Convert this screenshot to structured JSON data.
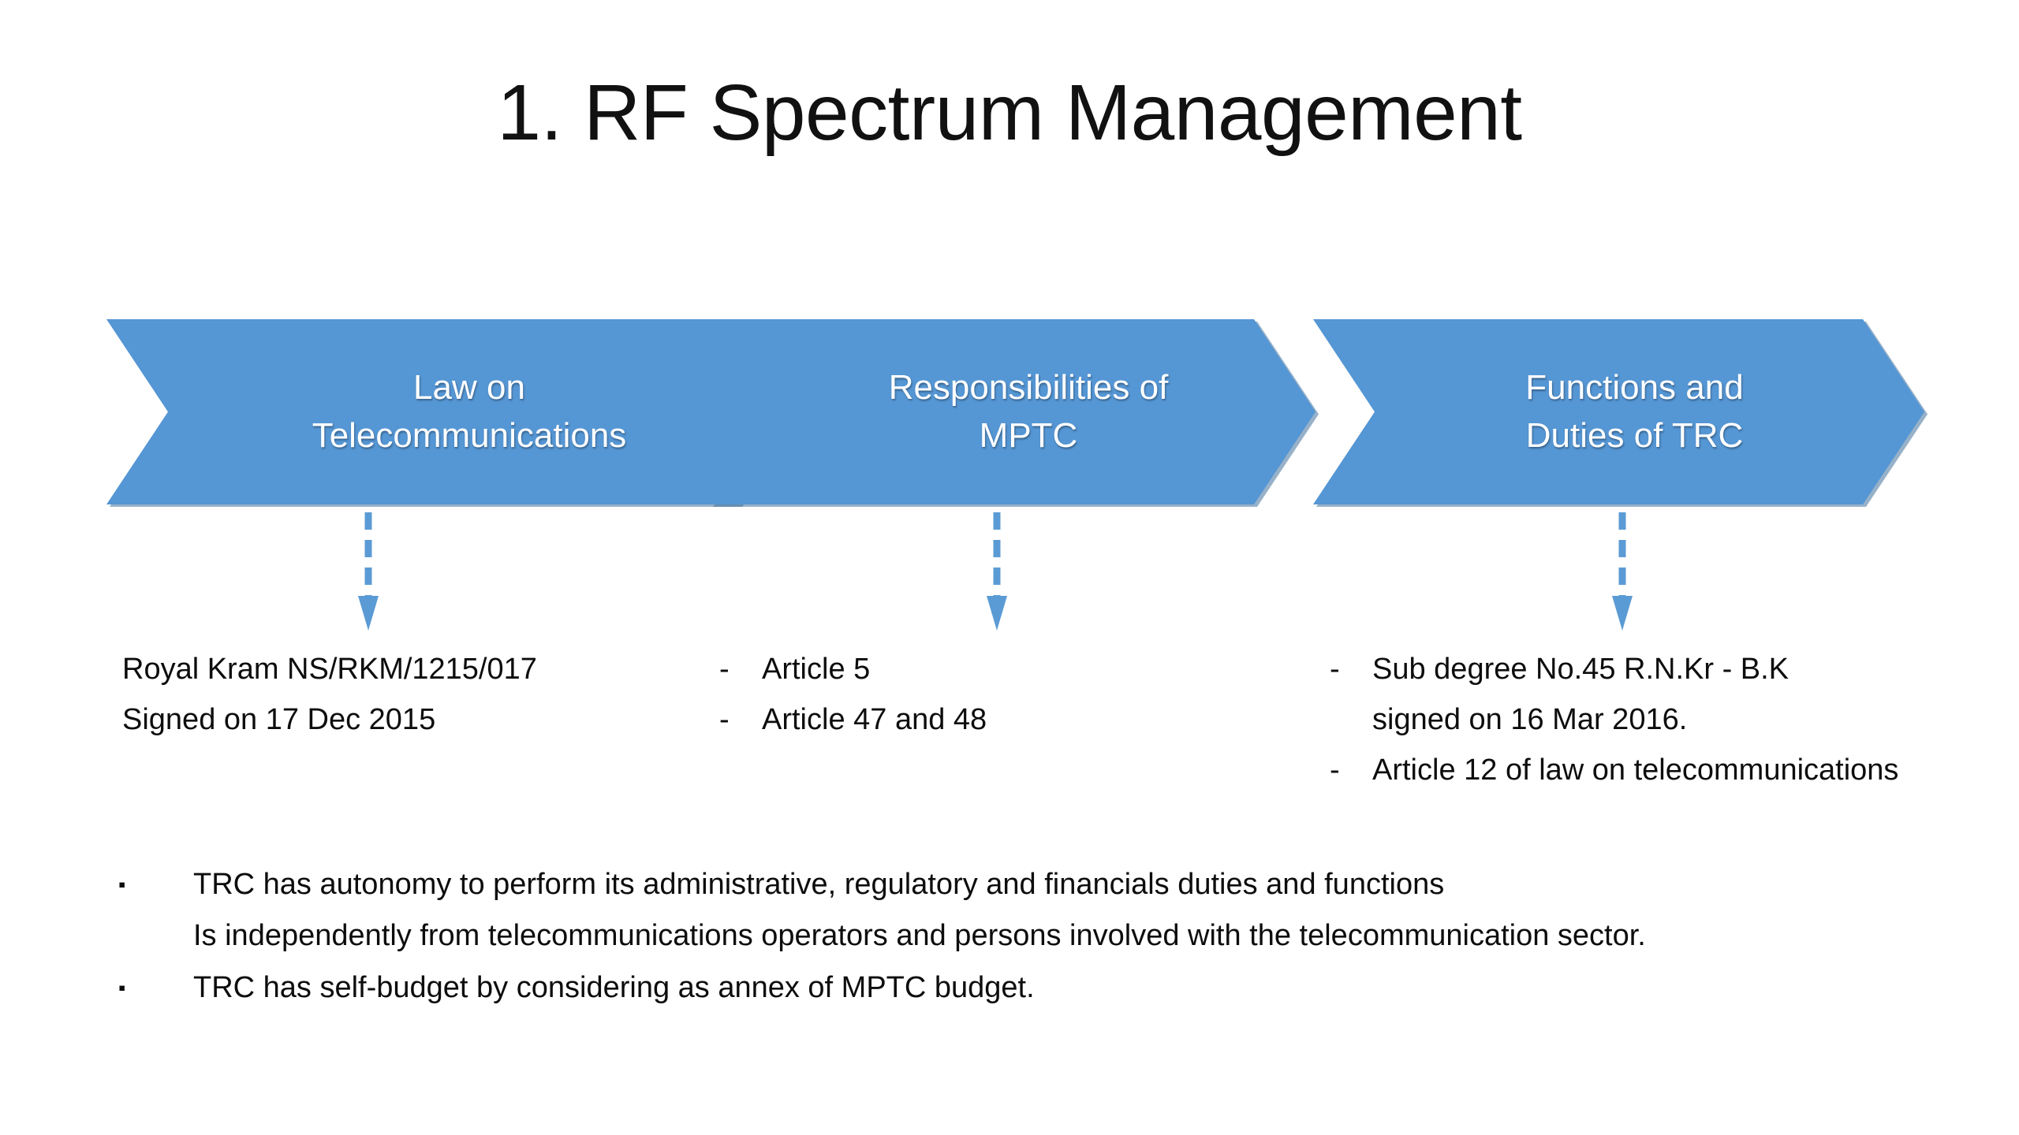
{
  "slide": {
    "title": "1. RF Spectrum Management",
    "background_color": "#FFFFFF"
  },
  "theme": {
    "chevron_fill": "#5596D4",
    "chevron_edge": "#41719C",
    "chevron_text_color": "#FFFFFF",
    "arrow_color": "#5B9BD5",
    "body_text_color": "#0D0D0D"
  },
  "process": {
    "steps": [
      {
        "id": "law-on-telecommunications",
        "label": "Law on\nTelecommunications",
        "arrow_icon": "dashed-down-arrow-icon"
      },
      {
        "id": "responsibilities-of-mptc",
        "label": "Responsibilities of\nMPTC",
        "arrow_icon": "dashed-down-arrow-icon"
      },
      {
        "id": "functions-and-duties-of-trc",
        "label": "Functions and\nDuties of TRC",
        "arrow_icon": "dashed-down-arrow-icon"
      }
    ]
  },
  "details": {
    "column_1": {
      "lines": [
        {
          "marker": "",
          "text": "Royal Kram NS/RKM/1215/017"
        },
        {
          "marker": "",
          "text": "Signed on 17 Dec 2015"
        }
      ]
    },
    "column_2": {
      "lines": [
        {
          "marker": "-",
          "text": "Article 5"
        },
        {
          "marker": "-",
          "text": "Article 47 and 48"
        }
      ]
    },
    "column_3": {
      "lines": [
        {
          "marker": "-",
          "text": "Sub degree No.45 R.N.Kr - B.K"
        },
        {
          "marker": "",
          "text": "signed on 16 Mar 2016."
        },
        {
          "marker": "-",
          "text": "Article 12 of law on telecommunications"
        }
      ]
    }
  },
  "notes": {
    "bullet_glyph": "▪",
    "items": [
      {
        "text": "TRC has autonomy to perform its administrative, regulatory and financials duties and functions",
        "continuation": "Is independently from telecommunications operators and persons involved with the telecommunication sector."
      },
      {
        "text": "TRC has self-budget by considering as annex of MPTC budget.",
        "continuation": ""
      }
    ]
  }
}
